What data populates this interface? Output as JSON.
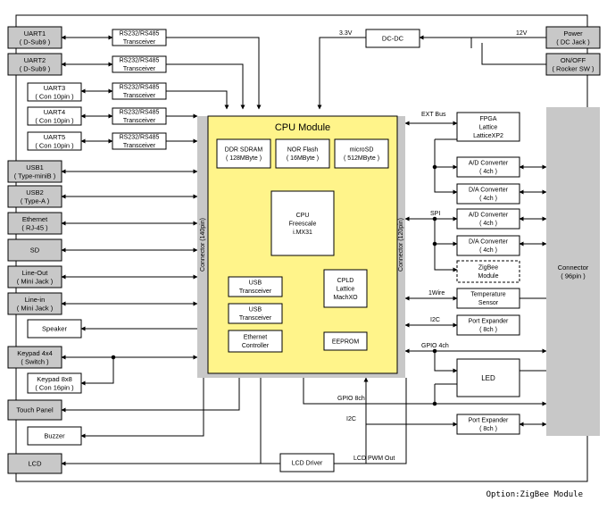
{
  "title": "CPU Module",
  "caption": "Option:ZigBee Module",
  "ports": {
    "uart1": [
      "UART1",
      "( D-Sub9 )"
    ],
    "uart2": [
      "UART2",
      "( D-Sub9 )"
    ],
    "uart3": [
      "UART3",
      "( Con 10pin )"
    ],
    "uart4": [
      "UART4",
      "( Con 10pin )"
    ],
    "uart5": [
      "UART5",
      "( Con 10pin )"
    ],
    "usb1": [
      "USB1",
      "( Type-miniB )"
    ],
    "usb2": [
      "USB2",
      "( Type-A )"
    ],
    "ethernet": [
      "Ethernet",
      "( RJ-45 )"
    ],
    "sd": [
      "SD"
    ],
    "lineout": [
      "Line-Out",
      "( Mini Jack )"
    ],
    "linein": [
      "Line-in",
      "( Mini Jack )"
    ],
    "speaker": [
      "Speaker"
    ],
    "keypad4": [
      "Keypad 4x4",
      "( Switch )"
    ],
    "keypad8": [
      "Keypad 8x8",
      "( Con 16pin )"
    ],
    "touch": [
      "Touch Panel"
    ],
    "buzzer": [
      "Buzzer"
    ],
    "lcd": [
      "LCD"
    ],
    "power": [
      "Power",
      "( DC Jack )"
    ],
    "onoff": [
      "ON/OFF",
      "( Rocker SW )"
    ]
  },
  "transceivers": [
    "RS232/RS485",
    "Transceiver"
  ],
  "chips": {
    "dcdc": [
      "DC-DC"
    ],
    "ddr": [
      "DDR SDRAM",
      "( 128MByte )"
    ],
    "nor": [
      "NOR Flash",
      "( 16MByte )"
    ],
    "microsd": [
      "microSD",
      "( 512MByte )"
    ],
    "cpu": [
      "CPU",
      "Freescale",
      "i.MX31"
    ],
    "cpld": [
      "CPLD",
      "Lattice",
      "MachXO"
    ],
    "usbt1": [
      "USB",
      "Transceiver"
    ],
    "usbt2": [
      "USB",
      "Transceiver"
    ],
    "ethctl": [
      "Ethernet",
      "Controller"
    ],
    "eeprom": [
      "EEPROM"
    ],
    "fpga": [
      "FPGA",
      "Lattice",
      "LatticeXP2"
    ],
    "ad1": [
      "A/D Converter",
      "( 4ch )"
    ],
    "da1": [
      "D/A Converter",
      "( 4ch )"
    ],
    "ad2": [
      "A/D Converter",
      "( 4ch )"
    ],
    "da2": [
      "D/A Converter",
      "( 4ch )"
    ],
    "zigbee": [
      "ZigBee",
      "Module"
    ],
    "temp": [
      "Temperature",
      "Sensor"
    ],
    "pe1": [
      "Port Expander",
      "( 8ch )"
    ],
    "led": [
      "LED"
    ],
    "pe2": [
      "Port Expander",
      "( 8ch )"
    ],
    "lcddrv": [
      "LCD Driver"
    ]
  },
  "connectors": {
    "left": "Connector (140pin)",
    "right": "Connector (120pin)",
    "big": [
      "Connector",
      "( 96pin )"
    ]
  },
  "bus_labels": {
    "v33": "3.3V",
    "v12": "12V",
    "ext_bus": "EXT Bus",
    "spi": "SPI",
    "wire1": "1Wire",
    "i2c_a": "I2C",
    "gpio4": "GPIO 4ch",
    "gpio8": "GPIO 8ch",
    "i2c_b": "I2C",
    "lcd_pwm": "LCD PWM Out"
  },
  "colors": {
    "cpu_module_fill": "#fff48a",
    "connector_gray": "#c8c8c8",
    "line": "#000000"
  }
}
